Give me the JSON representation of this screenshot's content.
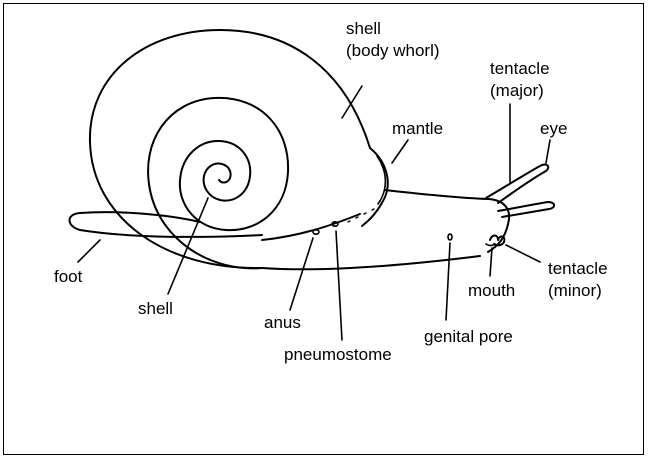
{
  "labels": {
    "shell_body_whorl_1": "shell",
    "shell_body_whorl_2": "(body whorl)",
    "tentacle_major_1": "tentacle",
    "tentacle_major_2": "(major)",
    "eye": "eye",
    "mantle": "mantle",
    "foot": "foot",
    "shell": "shell",
    "anus": "anus",
    "pneumostome": "pneumostome",
    "genital_pore": "genital pore",
    "mouth": "mouth",
    "tentacle_minor_1": "tentacle",
    "tentacle_minor_2": "(minor)"
  }
}
